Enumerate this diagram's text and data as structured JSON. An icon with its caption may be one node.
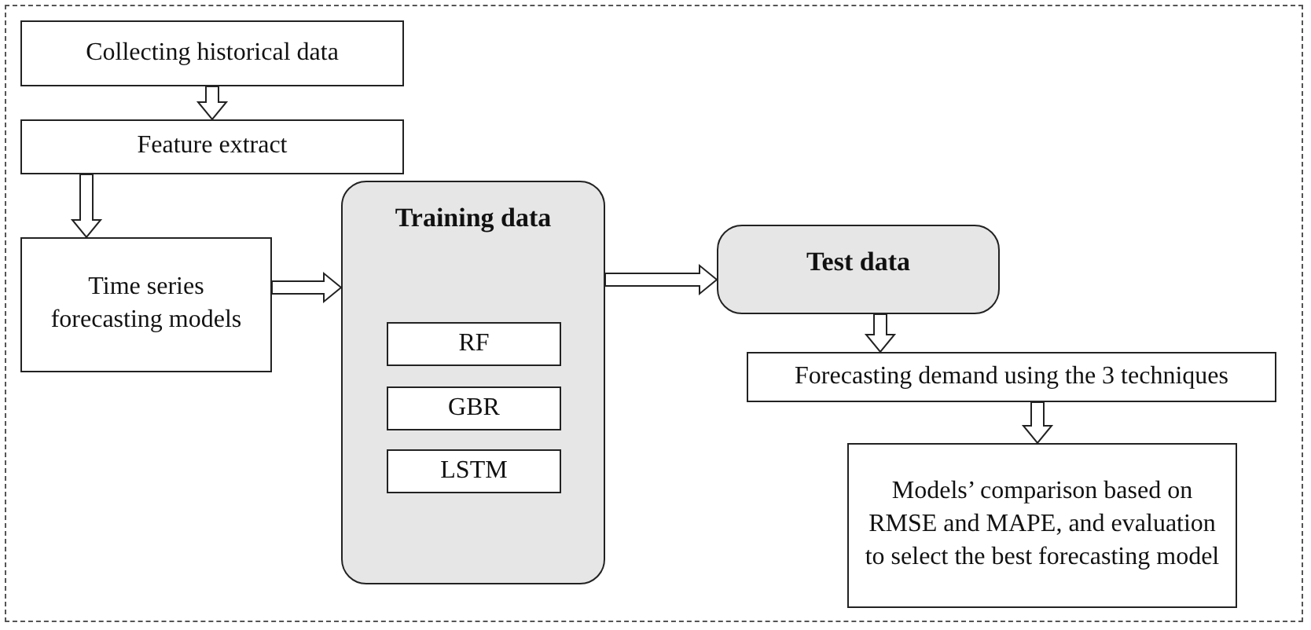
{
  "diagram": {
    "nodes": [
      {
        "text": [
          "Collecting historical data"
        ]
      },
      {
        "text": [
          "Feature extract"
        ]
      },
      {
        "text": [
          "Time series forecasting models"
        ]
      },
      {
        "text": [
          "Training data"
        ]
      },
      {
        "text": [
          "RF"
        ],
        "in": 3
      },
      {
        "text": [
          "GBR"
        ],
        "in": 3
      },
      {
        "text": [
          "LSTM"
        ],
        "in": 3
      },
      {
        "text": [
          "Test data"
        ]
      },
      {
        "text": [
          "Forecasting demand using the 3 techniques"
        ]
      },
      {
        "text": [
          "Models’ comparison based on RMSE and MAPE, and evaluation to select the best forecasting model"
        ]
      }
    ],
    "edges": [
      {
        "from": 0,
        "to": 1,
        "arrow": "to"
      },
      {
        "from": 1,
        "to": 2,
        "arrow": "to"
      },
      {
        "from": 2,
        "to": 3,
        "arrow": "to"
      },
      {
        "from": 3,
        "to": 7,
        "arrow": "to"
      },
      {
        "from": 7,
        "to": 8,
        "arrow": "to"
      },
      {
        "from": 8,
        "to": 9,
        "arrow": "to"
      }
    ]
  }
}
